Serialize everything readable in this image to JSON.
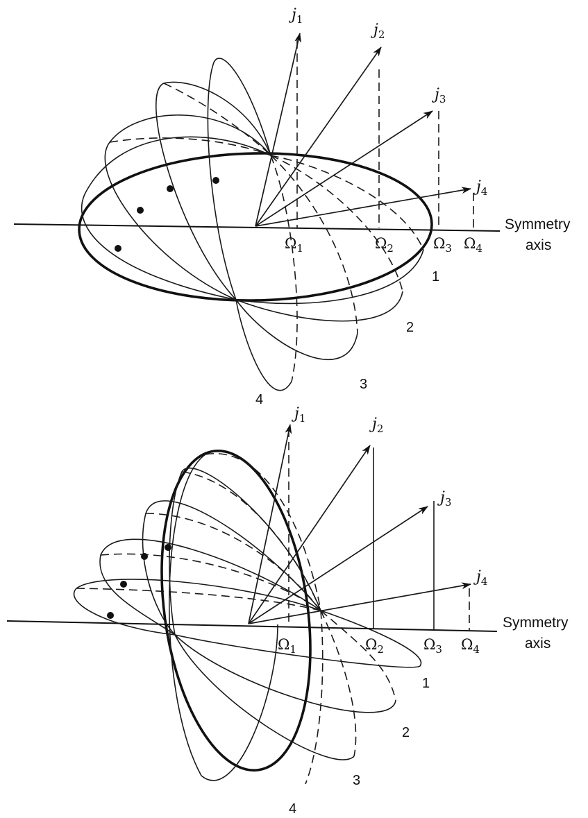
{
  "panels": [
    {
      "id": "top",
      "axis_label_line1": "Symmetry",
      "axis_label_line2": "axis",
      "vectors": [
        {
          "label": "j",
          "sub": "1"
        },
        {
          "label": "j",
          "sub": "2"
        },
        {
          "label": "j",
          "sub": "3"
        },
        {
          "label": "j",
          "sub": "4"
        }
      ],
      "projections": [
        {
          "label": "Ω",
          "sub": "1"
        },
        {
          "label": "Ω",
          "sub": "2"
        },
        {
          "label": "Ω",
          "sub": "3"
        },
        {
          "label": "Ω",
          "sub": "4"
        }
      ],
      "orbit_numbers": [
        "1",
        "2",
        "3",
        "4"
      ]
    },
    {
      "id": "bottom",
      "axis_label_line1": "Symmetry",
      "axis_label_line2": "axis",
      "vectors": [
        {
          "label": "j",
          "sub": "1"
        },
        {
          "label": "j",
          "sub": "2"
        },
        {
          "label": "j",
          "sub": "3"
        },
        {
          "label": "j",
          "sub": "4"
        }
      ],
      "projections": [
        {
          "label": "Ω",
          "sub": "1"
        },
        {
          "label": "Ω",
          "sub": "2"
        },
        {
          "label": "Ω",
          "sub": "3"
        },
        {
          "label": "Ω",
          "sub": "4"
        }
      ],
      "orbit_numbers": [
        "1",
        "2",
        "3",
        "4"
      ]
    }
  ]
}
